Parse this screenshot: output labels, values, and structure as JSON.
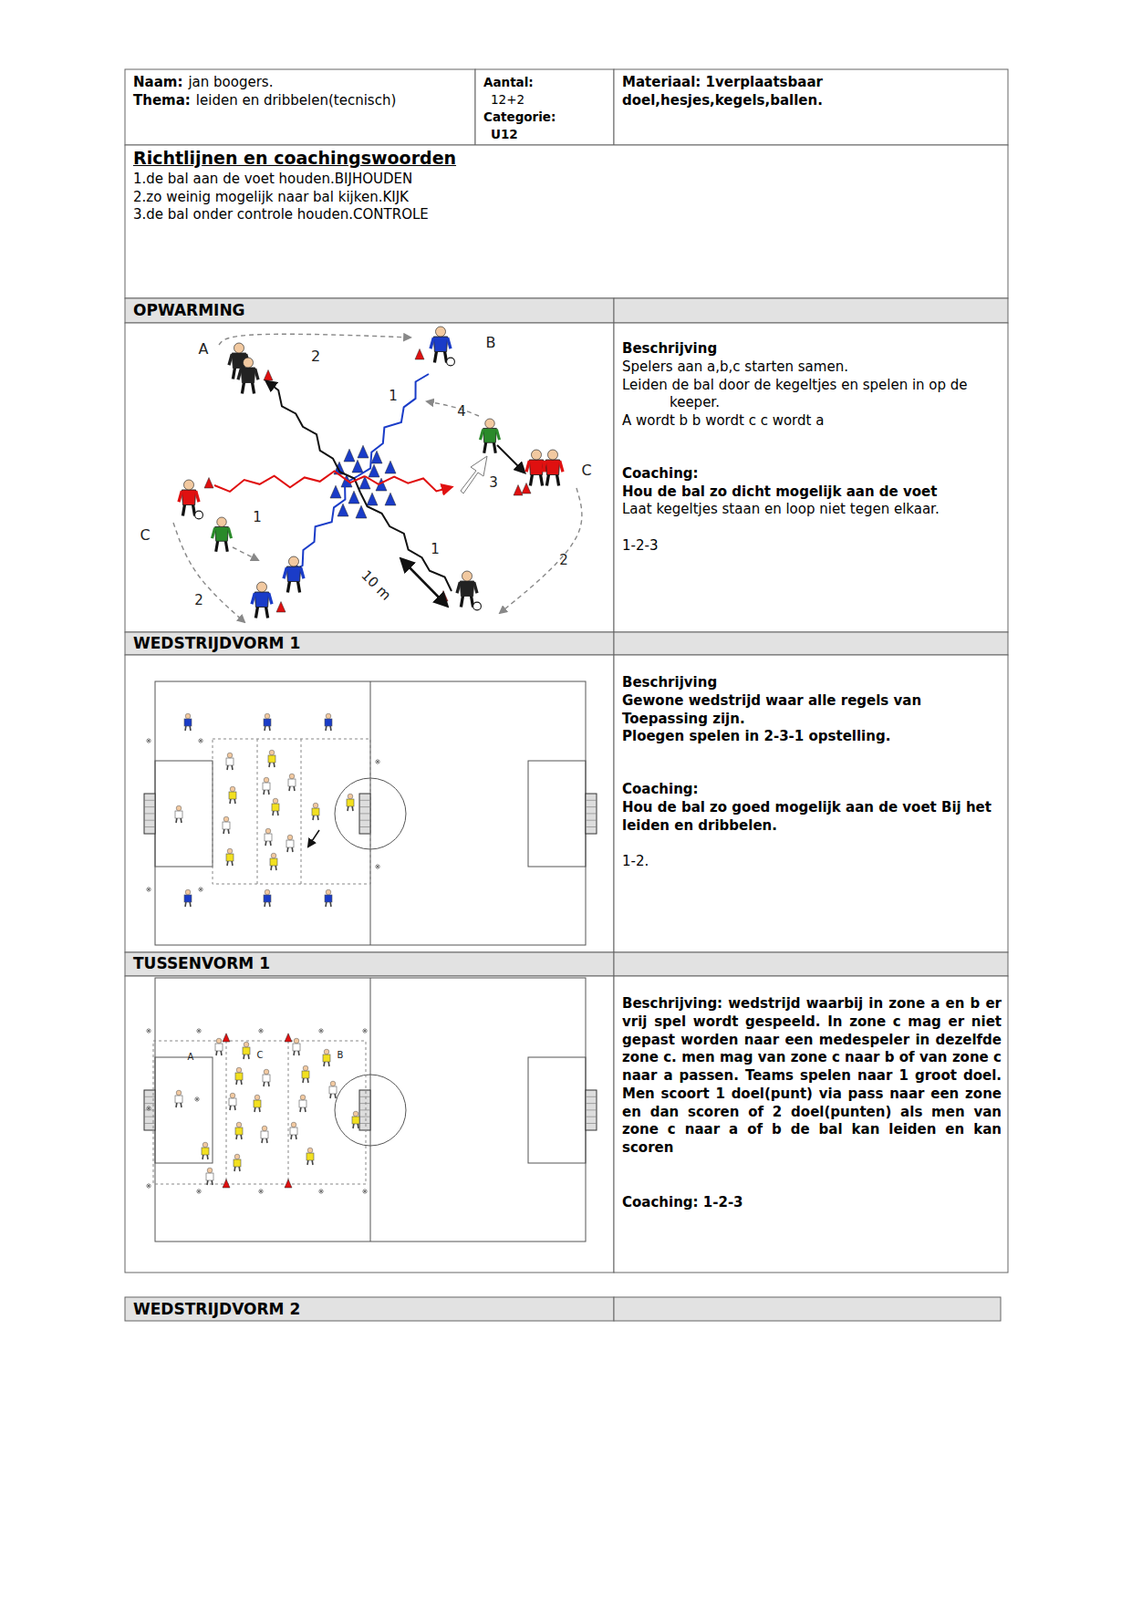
{
  "diagram": {
    "nodes": [
      {
        "text": [
          "Naam:",
          "jan boogers.",
          "Thema:",
          "leiden en dribbelen(tecnisch)"
        ]
      },
      {
        "text": [
          "Aantal:",
          "12+2",
          "Categorie:",
          "U12"
        ]
      },
      {
        "text": [
          "Materiaal: 1verplaatsbaar doel,hesjes,kegels,ballen."
        ]
      },
      {
        "text": [
          "Richtlijnen en coachingswoorden",
          "1.de bal aan de voet houden.BIJHOUDEN",
          "2.zo weinig mogelijk naar bal kijken.KIJK",
          "3.de bal onder controle houden.CONTROLE"
        ]
      },
      {
        "text": [
          "OPWARMING"
        ]
      },
      {
        "text": [
          "Beschrijving",
          "Spelers aan a,b,c starten samen.",
          "Leiden de bal door de kegeltjes en spelen in op de keeper.",
          "A wordt b b wordt c c wordt a",
          "Coaching:",
          "Hou de bal zo dicht mogelijk aan de voet",
          "Laat kegeltjes staan en loop niet tegen elkaar.",
          "1-2-3"
        ]
      },
      {
        "text": [
          "WEDSTRIJDVORM 1"
        ]
      },
      {
        "text": [
          "Beschrijving",
          "Gewone wedstrijd waar alle regels van Toepassing zijn.",
          "Ploegen spelen in 2-3-1 opstelling.",
          "Coaching:",
          "Hou de bal zo goed mogelijk aan de voet Bij het leiden en dribbelen.",
          "1-2."
        ]
      },
      {
        "text": [
          "TUSSENVORM 1"
        ]
      },
      {
        "text": [
          "Beschrijving: wedstrijd waarbij in zone a en b er vrij spel wordt gespeeld. In zone c mag er niet gepast worden naar een medespeler in dezelfde zone c. men mag van zone c naar b of van zone c naar a passen. Teams spelen naar 1 groot doel. Men scoort 1 doel(punt) via pass naar een zone en dan scoren of 2 doel(punten) als men van zone c naar a of b de bal kan leiden en kan scoren",
          "Coaching: 1-2-3"
        ]
      },
      {
        "text": [
          "WEDSTRIJDVORM 2"
        ]
      }
    ],
    "labels": [
      "A",
      "2",
      "B",
      "1",
      "4",
      "3",
      "C",
      "1",
      "C",
      "2",
      "1",
      "10 m",
      "2",
      "A",
      "C",
      "B"
    ]
  }
}
